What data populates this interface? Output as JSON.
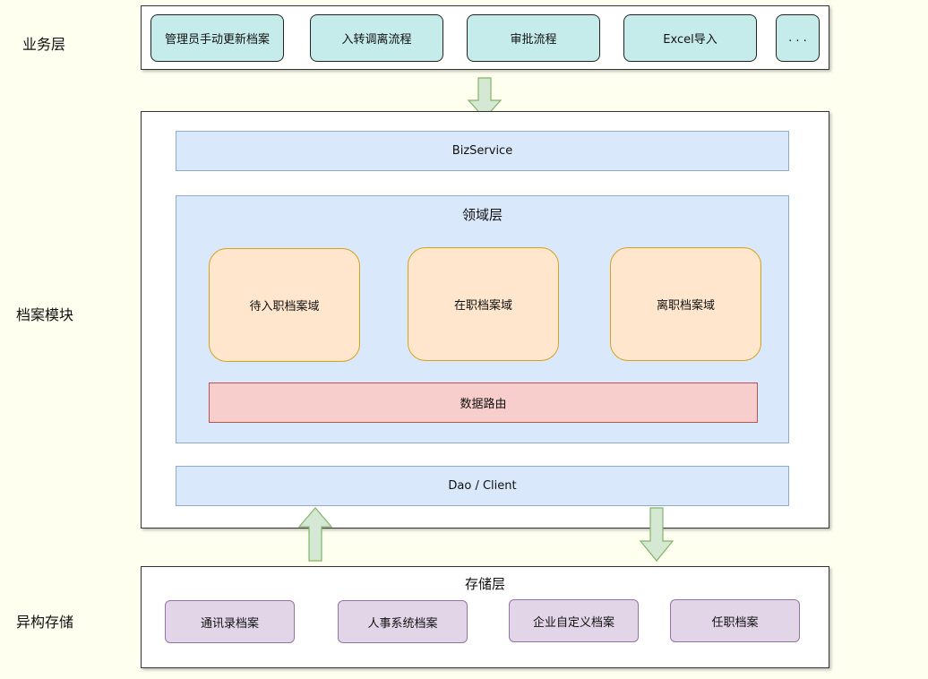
{
  "side_labels": {
    "business": "业务层",
    "archive": "档案模块",
    "storage": "异构存储"
  },
  "business_layer": {
    "items": [
      "管理员手动更新档案",
      "入转调离流程",
      "审批流程",
      "Excel导入",
      ". . ."
    ]
  },
  "archive_module": {
    "biz_service": "BizService",
    "domain_layer": {
      "title": "领域层",
      "domains": [
        "待入职档案域",
        "在职档案域",
        "离职档案域"
      ],
      "routing": "数据路由"
    },
    "dao_client": "Dao / Client"
  },
  "storage_layer": {
    "title": "存储层",
    "items": [
      "通讯录档案",
      "人事系统档案",
      "企业自定义档案",
      "任职档案"
    ]
  },
  "colors": {
    "background": "#fffff0",
    "business_item": "#c5ebea",
    "service_bar": "#dae8fc",
    "domain_box": "#ffe6cc",
    "routing_bar": "#f8cecc",
    "storage_item": "#e1d5e7",
    "arrow_fill": "#d5e8d4",
    "arrow_stroke": "#82b366"
  }
}
